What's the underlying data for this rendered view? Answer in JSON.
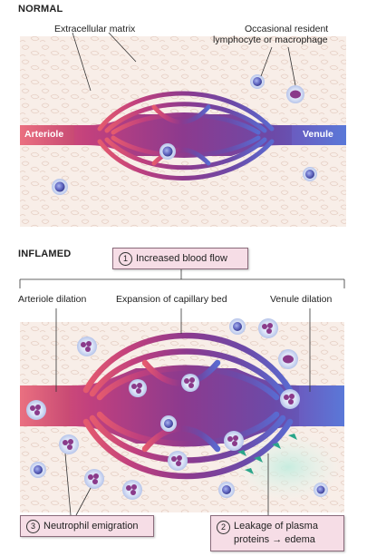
{
  "normal": {
    "title": "NORMAL",
    "ecm_label": "Extracellular matrix",
    "resident_label_line1": "Occasional resident",
    "resident_label_line2": "lymphocyte or macrophage",
    "arteriole_label": "Arteriole",
    "venule_label": "Venule"
  },
  "inflamed": {
    "title": "INFLAMED",
    "step1": {
      "number": "1",
      "text": "Increased blood flow"
    },
    "arteriole_dilation": "Arteriole dilation",
    "capillary_expansion": "Expansion of capillary bed",
    "venule_dilation": "Venule dilation",
    "step3": {
      "number": "3",
      "text": "Neutrophil emigration"
    },
    "step2": {
      "number": "2",
      "text_line1": "Leakage of plasma",
      "text_line2": "proteins → edema"
    }
  },
  "colors": {
    "arterial": "#e45a6e",
    "venous": "#5a6ad0",
    "capillary": "#8c3a8e",
    "matrix_background": "#f7ebe4",
    "edema": "#bfe8dc",
    "callout_fill": "#f6dde6"
  }
}
